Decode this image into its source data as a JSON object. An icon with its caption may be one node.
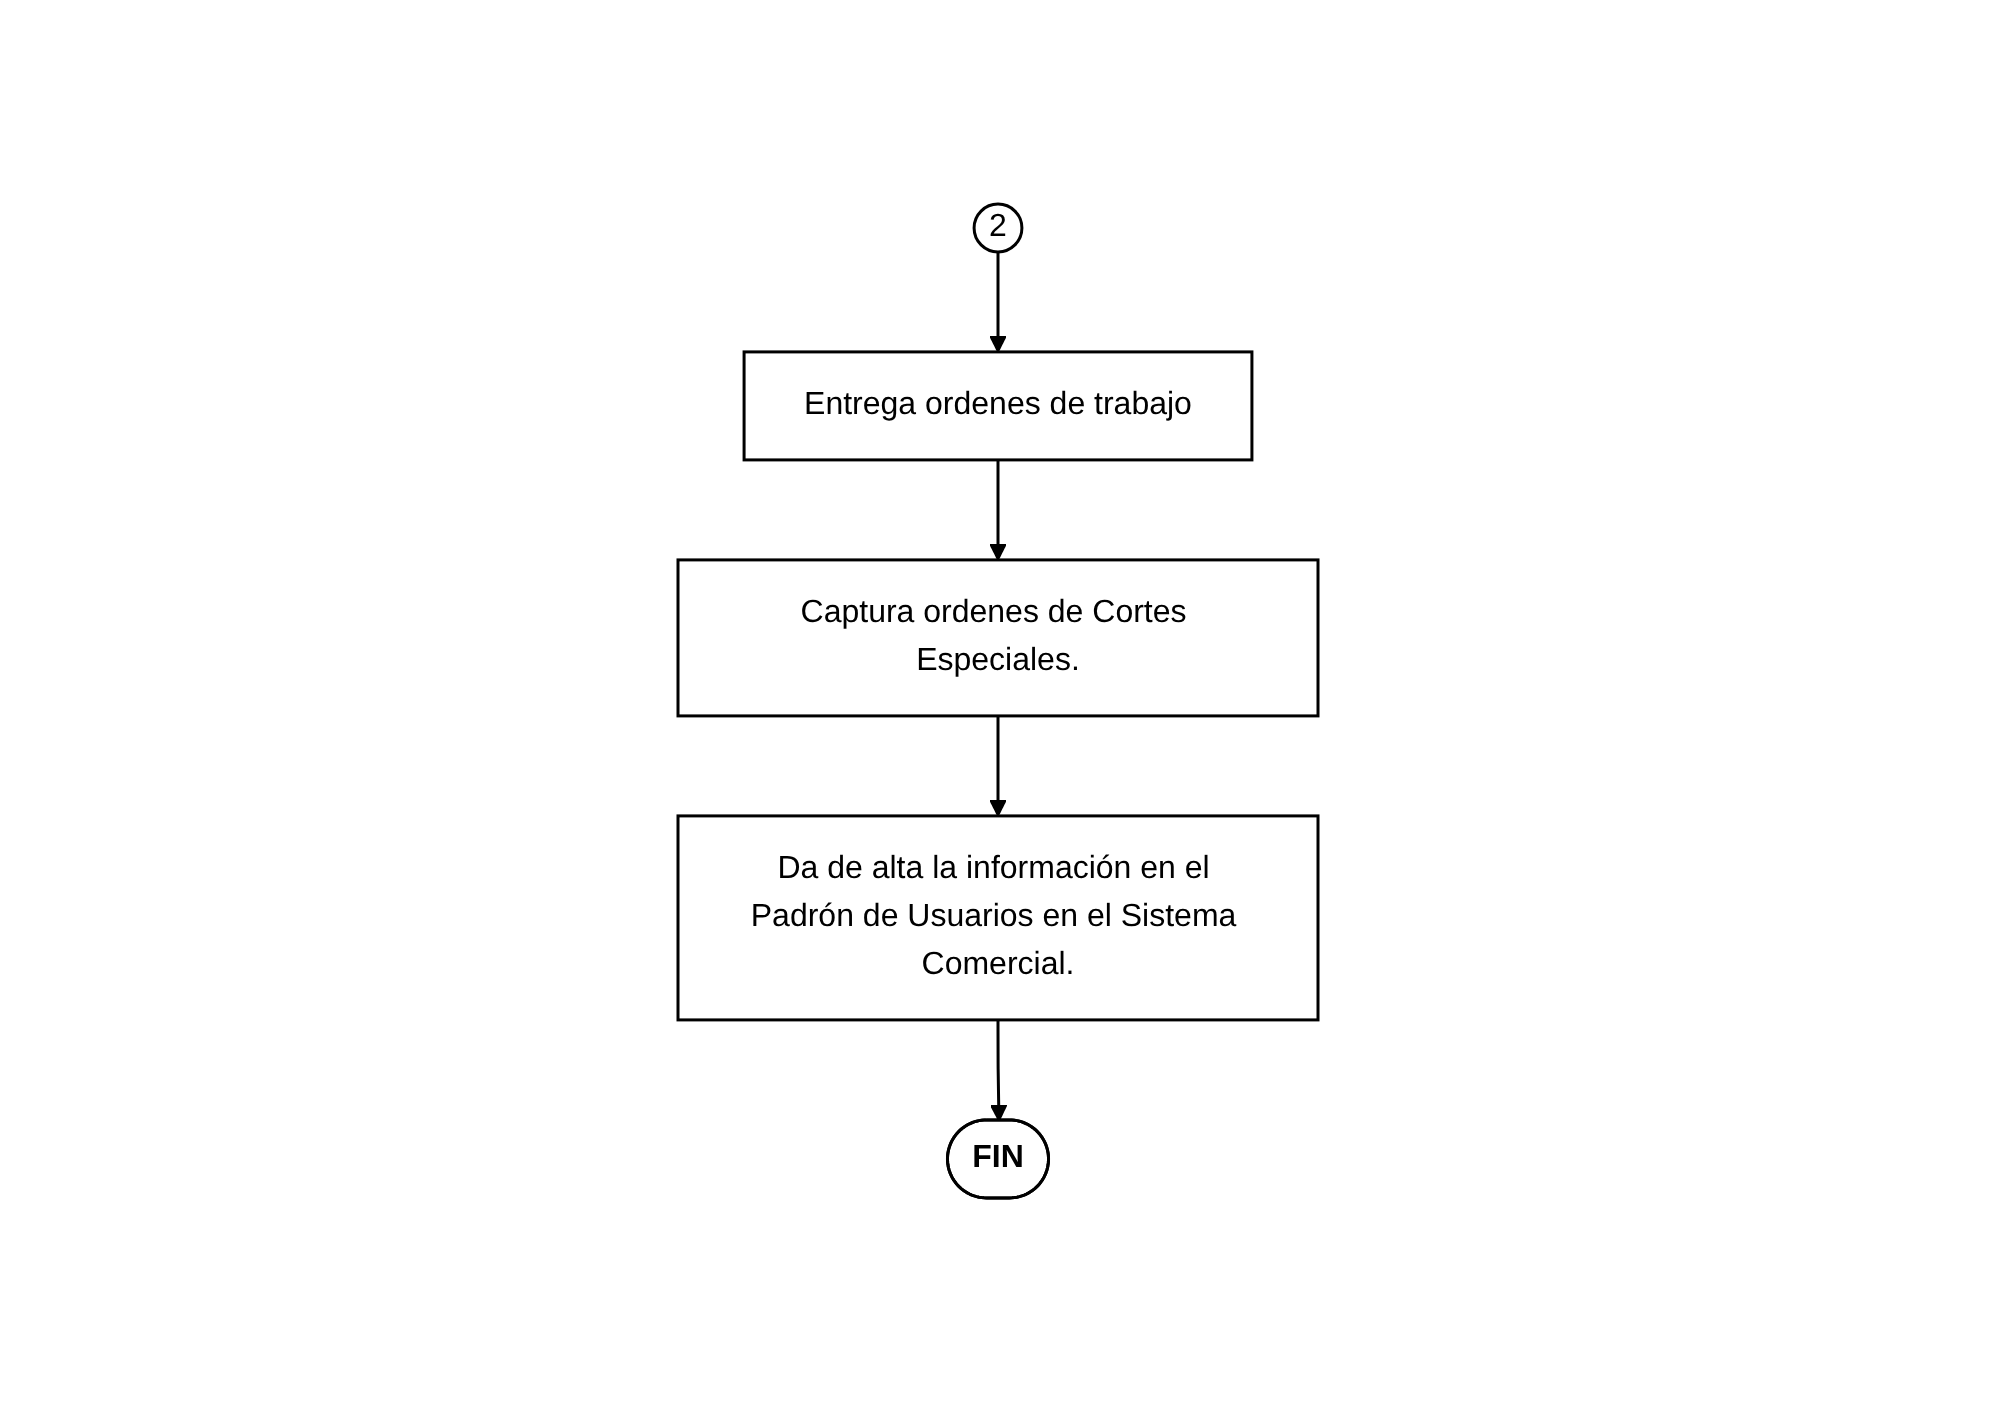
{
  "diagram": {
    "nodes": [
      {
        "text": [
          "2"
        ]
      },
      {
        "text": [
          "Entrega ordenes de trabajo"
        ]
      },
      {
        "text": [
          "Captura ordenes de Cortes Especiales."
        ]
      },
      {
        "text": [
          "Da de alta la información en el Padrón de Usuarios en el Sistema Comercial."
        ]
      },
      {
        "text": [
          "FIN"
        ]
      }
    ],
    "edges": [
      {
        "from": 0,
        "to": 1,
        "arrow": "to"
      },
      {
        "from": 1,
        "to": 2,
        "arrow": "to"
      },
      {
        "from": 2,
        "to": 3,
        "arrow": "to"
      },
      {
        "from": 3,
        "to": 4,
        "arrow": "to"
      }
    ]
  }
}
